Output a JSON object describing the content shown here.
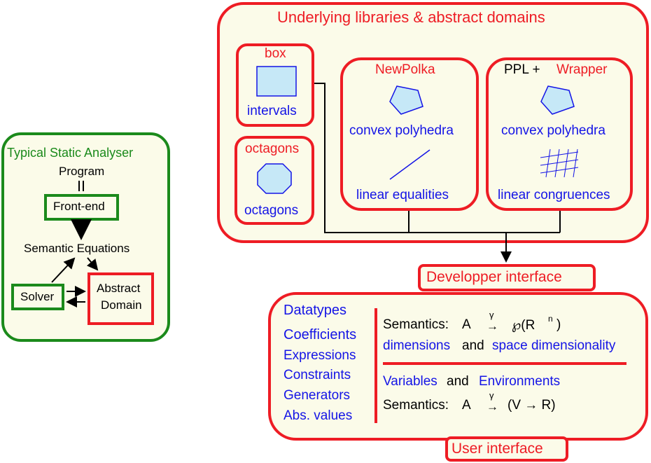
{
  "analyser": {
    "title": "Typical Static Analyser",
    "program": "Program",
    "frontend": "Front-end",
    "equations": "Semantic Equations",
    "solver": "Solver",
    "abstract_domain_line1": "Abstract",
    "abstract_domain_line2": "Domain"
  },
  "libraries": {
    "title": "Underlying libraries & abstract domains",
    "box": {
      "title": "box",
      "label": "intervals"
    },
    "octagons": {
      "title": "octagons",
      "label": "octagons"
    },
    "newpolka": {
      "title": "NewPolka",
      "label1": "convex polyhedra",
      "label2": "linear equalities"
    },
    "ppl": {
      "title_a": "PPL +",
      "title_b": "Wrapper",
      "label1": "convex polyhedra",
      "label2": "linear congruences"
    }
  },
  "developper_interface": "Developper interface",
  "user_interface": "User interface",
  "datatypes": {
    "title": "Datatypes",
    "items": [
      "Coefficients",
      "Expressions",
      "Constraints",
      "Generators",
      "Abs. values"
    ]
  },
  "semantics": {
    "prefix": "Semantics:",
    "A": "A",
    "gamma": "γ",
    "arrow": "→",
    "powerset": "℘(R",
    "n": "n",
    "close": ")",
    "dims_a": "dimensions",
    "dims_and": "and",
    "dims_b": "space dimensionality",
    "vars_a": "Variables",
    "vars_and": "and",
    "vars_b": "Environments",
    "func": "(V  →  R)"
  },
  "colors": {
    "red": "#ee1c24",
    "green": "#1b8a1b",
    "blue": "#1414e6",
    "fill": "#fbfbe9",
    "shape": "#c6e8f7"
  }
}
